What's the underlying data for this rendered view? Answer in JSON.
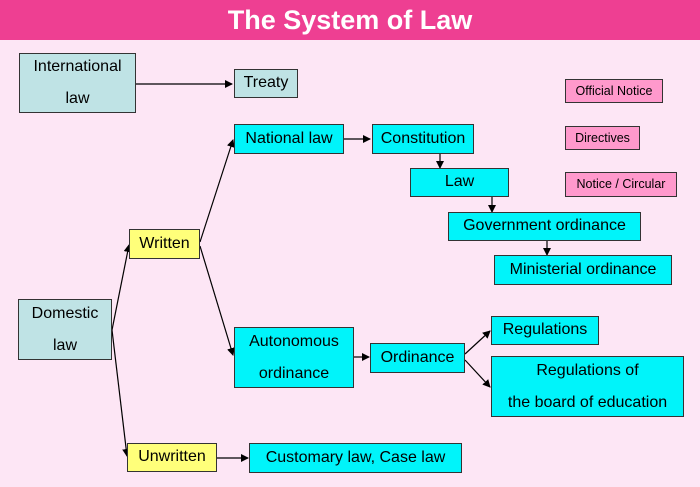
{
  "title": "The System of Law",
  "nodes": {
    "international_law": [
      "International",
      "law"
    ],
    "treaty": "Treaty",
    "domestic_law": [
      "Domestic",
      "law"
    ],
    "written": "Written",
    "unwritten": "Unwritten",
    "national_law": "National law",
    "constitution": "Constitution",
    "law": "Law",
    "government_ordinance": "Government ordinance",
    "ministerial_ordinance": "Ministerial ordinance",
    "autonomous_ordinance": [
      "Autonomous",
      "ordinance"
    ],
    "ordinance": "Ordinance",
    "regulations": "Regulations",
    "regulations_board": [
      "Regulations of",
      "the board of education"
    ],
    "customary_case_law": "Customary law, Case law"
  },
  "legend": {
    "official_notice": "Official Notice",
    "directives": "Directives",
    "notice_circular": "Notice / Circular"
  },
  "colors": {
    "title_bar": "#ee3f92",
    "background": "#fde6f5",
    "international": "#bfe3e5",
    "cyan_box": "#00f4fa",
    "yellow_box": "#ffff7a",
    "pink_box": "#ff99cc"
  }
}
